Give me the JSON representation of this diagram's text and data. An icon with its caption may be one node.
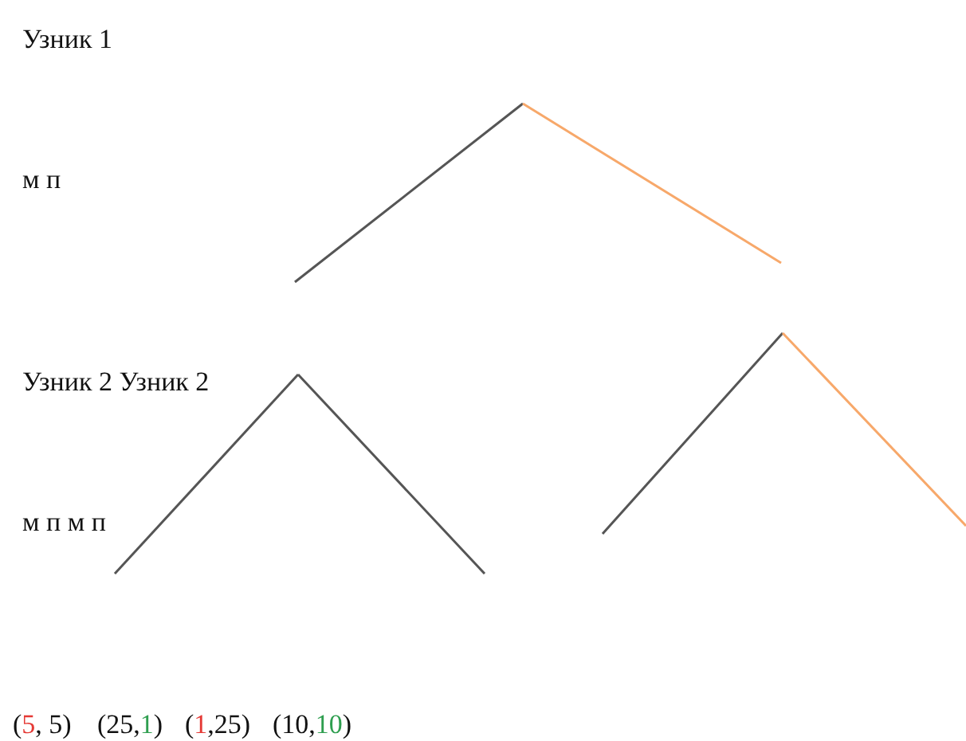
{
  "diagram": {
    "labels": [
      "Узник 1",
      "м п",
      "Узник 2 Узник 2",
      "м п м п",
      "(5, 5)",
      "(25,1)",
      "(1,25)",
      "(10,10)"
    ]
  }
}
